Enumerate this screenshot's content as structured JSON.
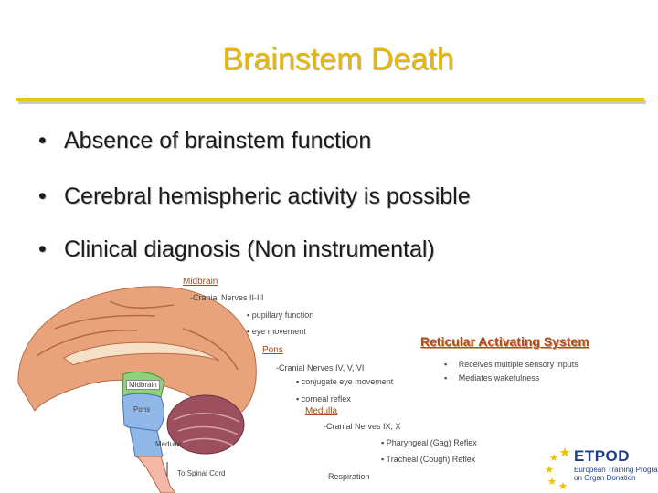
{
  "slide": {
    "title": "Brainstem Death",
    "bullets": [
      "Absence of brainstem function",
      "Cerebral hemispheric activity is possible",
      "Clinical diagnosis (Non instrumental)"
    ]
  },
  "diagram": {
    "midbrain": {
      "heading": "Midbrain",
      "nerves": "-Cranial Nerves II-III",
      "items": [
        "pupillary function",
        "eye movement"
      ]
    },
    "pons": {
      "heading": "Pons",
      "nerves": "-Cranial Nerves IV, V, VI",
      "items": [
        "conjugate eye movement",
        "corneal reflex"
      ]
    },
    "medulla": {
      "heading": "Medulla",
      "nerves": "-Cranial Nerves IX, X",
      "items": [
        "Pharyngeal (Gag) Reflex",
        "Tracheal (Cough) Reflex"
      ],
      "extra": "-Respiration"
    },
    "ras": {
      "heading": "Reticular Activating System",
      "items": [
        "Receives multiple sensory inputs",
        "Mediates wakefulness"
      ]
    },
    "brain_labels": {
      "midbrain": "Midbrain",
      "pons": "Pons",
      "medulla": "Medulla",
      "spinal": "To Spinal Cord"
    },
    "bullet_glyph": "▪"
  },
  "logo": {
    "name": "ETPOD",
    "tagline_1": "European Training Program",
    "tagline_2": "on Organ Donation"
  },
  "colors": {
    "title": "#e8b800",
    "midbrain": "#8fd17a",
    "pons": "#8fb8e8",
    "cerebellum": "#9c4f5e",
    "cortex": "#e8a37c",
    "logo": "#1f3c86",
    "star": "#f2c200"
  }
}
